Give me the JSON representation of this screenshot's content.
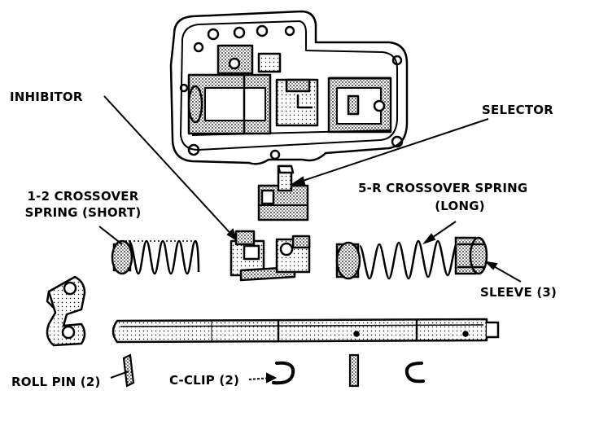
{
  "labels": {
    "inhibitor": "INHIBITOR",
    "selector": "SELECTOR",
    "crossover_short_line1": "1-2 CROSSOVER",
    "crossover_short_line2": "SPRING (SHORT)",
    "crossover_long_line1": "5-R CROSSOVER SPRING",
    "crossover_long_line2": "(LONG)",
    "sleeve": "SLEEVE (3)",
    "roll_pin": "ROLL PIN (2)",
    "c_clip": "C-CLIP (2)"
  },
  "colors": {
    "ink": "#000000",
    "paper": "#ffffff",
    "shade": "#bdbdbd"
  }
}
